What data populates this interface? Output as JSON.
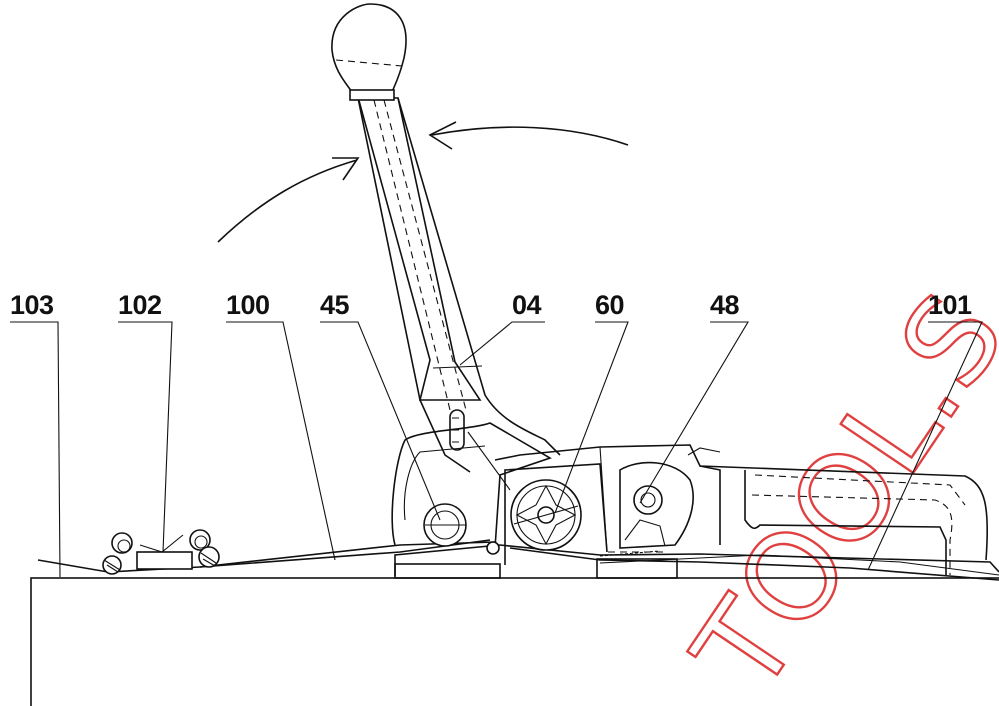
{
  "figure": {
    "callouts": [
      "103",
      "102",
      "100",
      "45",
      "04",
      "60",
      "48",
      "101"
    ],
    "watermark": "TOOL.S",
    "colors": {
      "line": "#111111",
      "watermark": "#e04040",
      "background": "#ffffff"
    }
  }
}
